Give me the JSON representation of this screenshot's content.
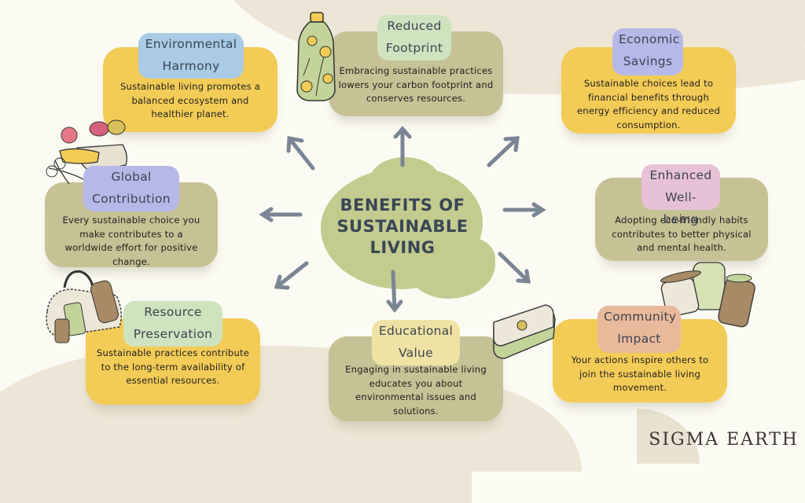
{
  "title": {
    "line1": "BENEFITS OF",
    "line2": "SUSTAINABLE",
    "line3": "LIVING"
  },
  "brand": "SIGMA EARTH",
  "colors": {
    "background": "#fcfbf3",
    "background_shape": "#ede6d6",
    "card_yellow": "#f3cc57",
    "card_olive": "#c7c196",
    "center_blob": "#c3cc8e",
    "title_text": "#394656",
    "arrow": "#7a8696"
  },
  "cards": [
    {
      "id": "environmental-harmony",
      "heading_line1": "Environmental",
      "heading_line2": "Harmony",
      "body": "Sustainable living promotes a balanced ecosystem and healthier planet.",
      "card_color": "yellow",
      "tag_color": "blue"
    },
    {
      "id": "reduced-footprint",
      "heading_line1": "Reduced",
      "heading_line2": "Footprint",
      "body": "Embracing sustainable practices lowers your carbon footprint and conserves resources.",
      "card_color": "olive",
      "tag_color": "green"
    },
    {
      "id": "economic-savings",
      "heading_line1": "Economic",
      "heading_line2": "Savings",
      "body": "Sustainable choices lead to financial benefits through energy efficiency and reduced consumption.",
      "card_color": "yellow",
      "tag_color": "purple"
    },
    {
      "id": "global-contribution",
      "heading_line1": "Global",
      "heading_line2": "Contribution",
      "body": "Every sustainable choice you make contributes to a worldwide effort for positive change.",
      "card_color": "olive",
      "tag_color": "purple"
    },
    {
      "id": "enhanced-well-being",
      "heading_line1": "Enhanced",
      "heading_line2": "Well-being",
      "body": "Adopting eco-friendly habits contributes to better physical and mental health.",
      "card_color": "olive",
      "tag_color": "pink"
    },
    {
      "id": "resource-preservation",
      "heading_line1": "Resource",
      "heading_line2": "Preservation",
      "body": "Sustainable practices contribute to the long-term availability of essential resources.",
      "card_color": "yellow",
      "tag_color": "green"
    },
    {
      "id": "educational-value",
      "heading_line1": "Educational",
      "heading_line2": "Value",
      "body": "Engaging in sustainable living educates you about environmental issues and solutions.",
      "card_color": "olive",
      "tag_color": "cream"
    },
    {
      "id": "community-impact",
      "heading_line1": "Community",
      "heading_line2": "Impact",
      "body": "Your actions inspire others to join the sustainable living movement.",
      "card_color": "yellow",
      "tag_color": "peach"
    }
  ],
  "illustrations": [
    "flower-bottle-icon",
    "sewing-kit-icon",
    "toiletry-bag-icon",
    "lunchbox-icon",
    "glass-jars-icon"
  ]
}
